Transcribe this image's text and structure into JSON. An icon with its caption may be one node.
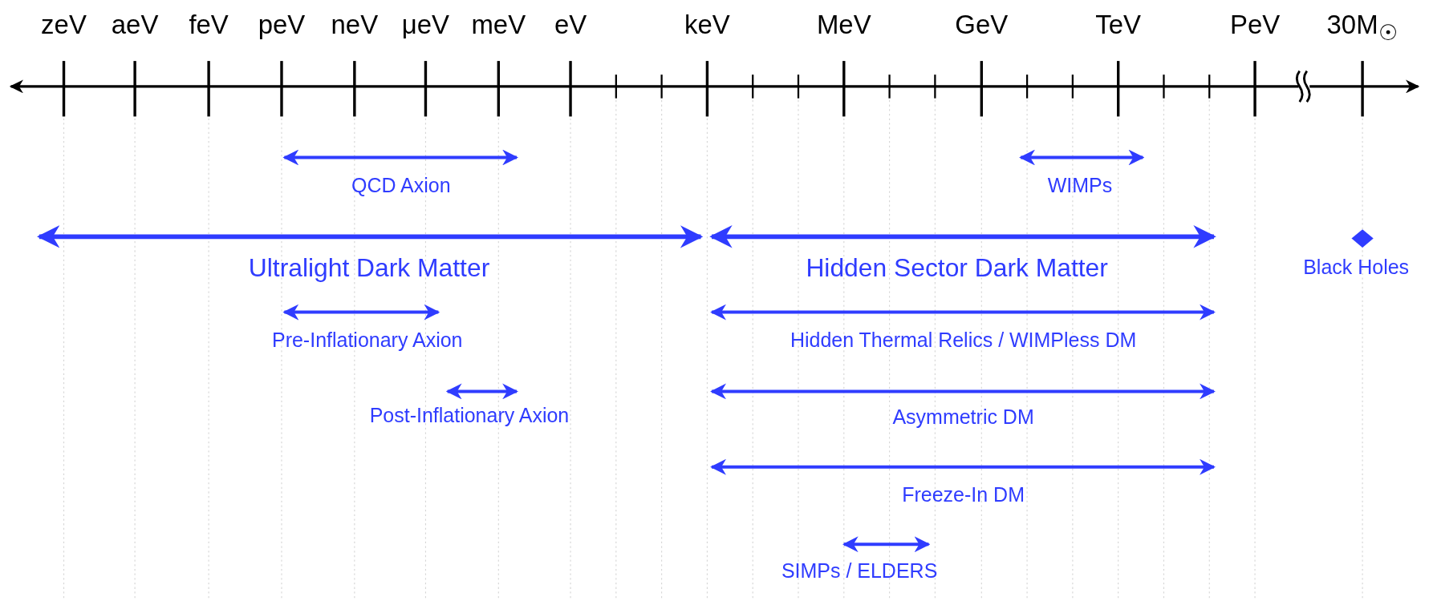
{
  "diagram": {
    "labels": [
      "zeV",
      "aeV",
      "feV",
      "peV",
      "neV",
      "μeV",
      "meV",
      "eV",
      "keV",
      "MeV",
      "GeV",
      "TeV",
      "PeV",
      "30M$_{☉}$",
      "QCD Axion",
      "WIMPs",
      "Ultralight Dark Matter",
      "Hidden Sector Dark Matter",
      "Black Holes",
      "Pre-Inflationary Axion",
      "Hidden Thermal Relics / WIMPless DM",
      "Post-Inflationary Axion",
      "Asymmetric DM",
      "Freeze-In DM",
      "SIMPs / ELDERS"
    ]
  }
}
